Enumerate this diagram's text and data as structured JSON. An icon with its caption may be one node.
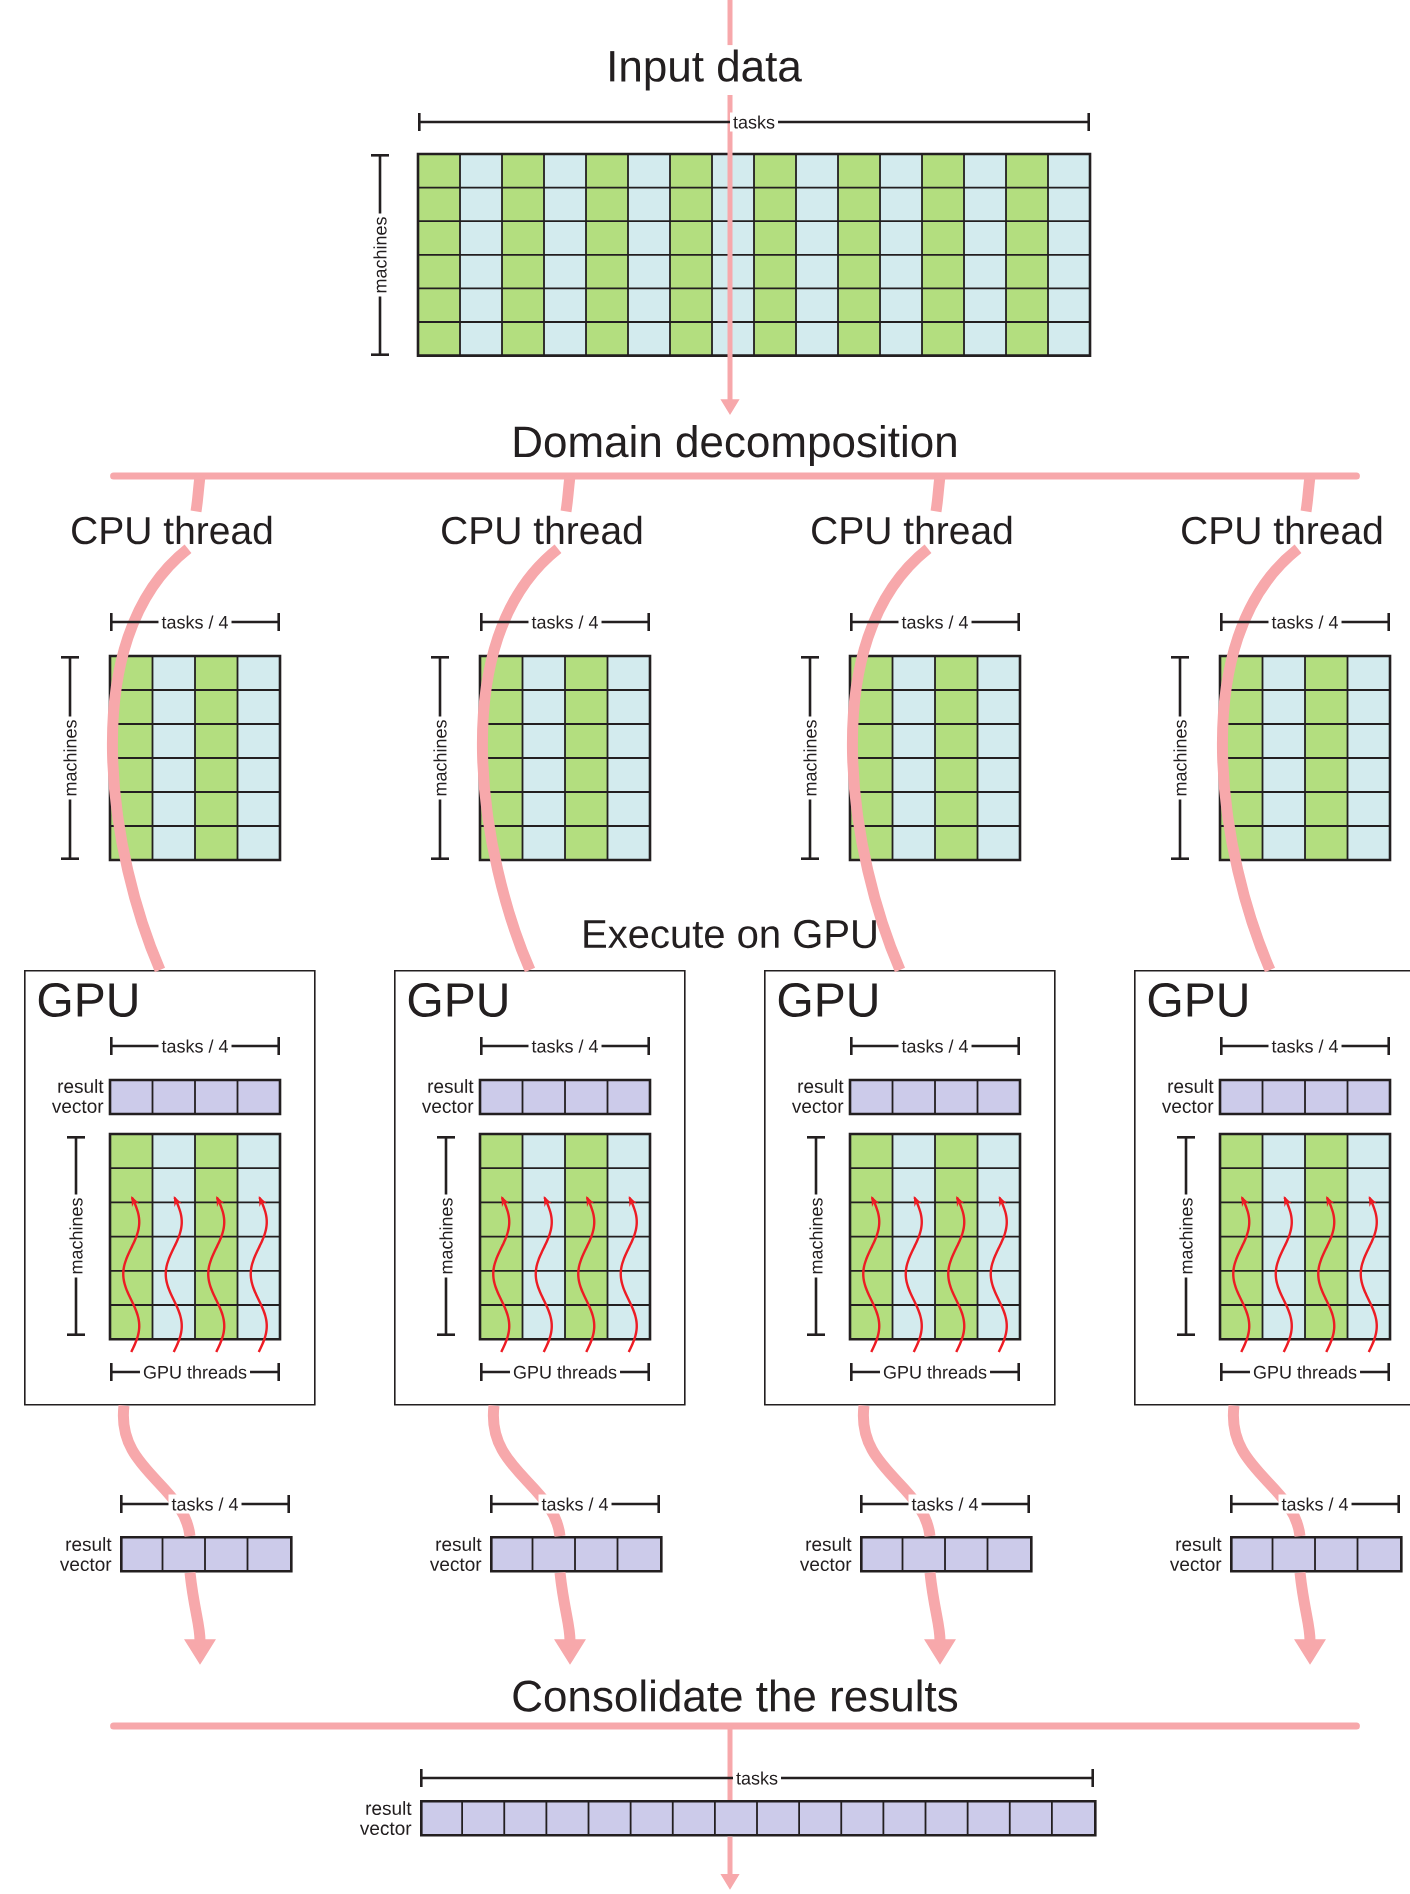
{
  "diagram": {
    "nodes": [
      {
        "text": [
          "Input data"
        ],
        "beside": [
          "tasks"
        ]
      },
      {
        "text": [
          "Domain decomposition"
        ]
      },
      {
        "text": [
          "CPU thread"
        ],
        "beside": [
          "tasks / 4"
        ]
      },
      {
        "text": [
          "CPU thread"
        ],
        "beside": [
          "tasks / 4"
        ]
      },
      {
        "text": [
          "CPU thread"
        ],
        "beside": [
          "tasks / 4"
        ]
      },
      {
        "text": [
          "CPU thread"
        ],
        "beside": [
          "tasks / 4"
        ]
      },
      {
        "text": [
          "GPU",
          "tasks / 4",
          "result vector",
          "machines",
          "GPU threads"
        ]
      },
      {
        "text": [
          "GPU",
          "tasks / 4",
          "result vector",
          "machines",
          "GPU threads"
        ]
      },
      {
        "text": [
          "GPU",
          "tasks / 4",
          "result vector",
          "machines",
          "GPU threads"
        ]
      },
      {
        "text": [
          "GPU",
          "tasks / 4",
          "result vector",
          "machines",
          "GPU threads"
        ]
      },
      {
        "text": [],
        "shape": "bar",
        "beside": [
          "tasks / 4",
          "result vector"
        ]
      },
      {
        "text": [],
        "shape": "bar",
        "beside": [
          "tasks / 4",
          "result vector"
        ]
      },
      {
        "text": [],
        "shape": "bar",
        "beside": [
          "tasks / 4",
          "result vector"
        ]
      },
      {
        "text": [],
        "shape": "bar",
        "beside": [
          "tasks / 4",
          "result vector"
        ]
      },
      {
        "text": [
          "Consolidate the results"
        ]
      },
      {
        "text": [],
        "shape": "bar",
        "beside": [
          "tasks",
          "result vector"
        ]
      }
    ],
    "edges": [
      {
        "from": null,
        "to": 0,
        "arrow": "none"
      },
      {
        "from": 0,
        "to": 1,
        "arrow": "to"
      },
      {
        "from": 1,
        "to": 2,
        "arrow": "none"
      },
      {
        "from": 1,
        "to": 3,
        "arrow": "none"
      },
      {
        "from": 1,
        "to": 4,
        "arrow": "none"
      },
      {
        "from": 1,
        "to": 5,
        "arrow": "none"
      },
      {
        "from": 2,
        "to": 6,
        "arrow": "none"
      },
      {
        "from": 3,
        "to": 7,
        "arrow": "none"
      },
      {
        "from": 4,
        "to": 8,
        "arrow": "none"
      },
      {
        "from": 5,
        "to": 9,
        "arrow": "none"
      },
      {
        "from": 6,
        "to": 10,
        "arrow": "none"
      },
      {
        "from": 7,
        "to": 11,
        "arrow": "none"
      },
      {
        "from": 8,
        "to": 12,
        "arrow": "none"
      },
      {
        "from": 9,
        "to": 13,
        "arrow": "none"
      },
      {
        "from": 10,
        "to": 14,
        "arrow": "to"
      },
      {
        "from": 11,
        "to": 14,
        "arrow": "to"
      },
      {
        "from": 12,
        "to": 14,
        "arrow": "to"
      },
      {
        "from": 13,
        "to": 14,
        "arrow": "to"
      },
      {
        "from": 14,
        "to": 15,
        "arrow": "none"
      },
      {
        "from": 15,
        "to": null,
        "arrow": "to"
      }
    ],
    "labels": [
      "machines",
      "machines",
      "machines",
      "machines",
      "machines",
      "Execute on GPU"
    ]
  }
}
